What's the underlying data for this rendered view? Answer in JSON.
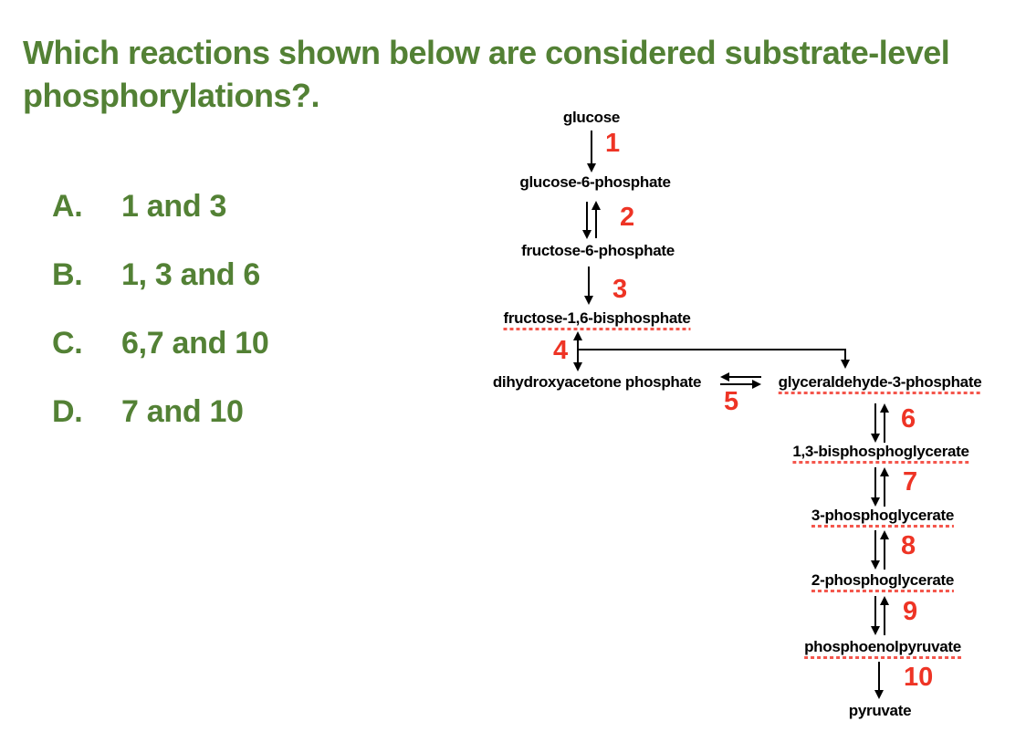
{
  "question": {
    "title": "Which reactions shown below are considered substrate-level phosphorylations?.",
    "title_lines": [
      "Which reactions shown below are considered substrate-level",
      "phosphorylations?."
    ],
    "options": [
      {
        "letter": "A.",
        "text": "1 and 3"
      },
      {
        "letter": "B.",
        "text": "1, 3 and 6"
      },
      {
        "letter": "C.",
        "text": "6,7 and 10"
      },
      {
        "letter": "D.",
        "text": "7 and 10"
      }
    ]
  },
  "colors": {
    "title_green": "#538135",
    "reaction_number_red": "#ee3425",
    "spellcheck_underline_red": "#f4564c",
    "label_black": "#000000",
    "background": "#ffffff"
  },
  "diagram": {
    "type": "metabolic-pathway-flowchart",
    "metabolites": [
      {
        "name": "glucose",
        "underlined": false
      },
      {
        "name": "glucose-6-phosphate",
        "underlined": false
      },
      {
        "name": "fructose-6-phosphate",
        "underlined": false
      },
      {
        "name": "fructose-1,6-bisphosphate",
        "underlined": true
      },
      {
        "name": "dihydroxyacetone phosphate",
        "underlined": false
      },
      {
        "name": "glyceraldehyde-3-phosphate",
        "underlined": true
      },
      {
        "name": "1,3-bisphosphoglycerate",
        "underlined": true
      },
      {
        "name": "3-phosphoglycerate",
        "underlined": true
      },
      {
        "name": "2-phosphoglycerate",
        "underlined": true
      },
      {
        "name": "phosphoenolpyruvate",
        "underlined": true
      },
      {
        "name": "pyruvate",
        "underlined": false
      }
    ],
    "reactions": [
      {
        "num": "1",
        "from": "glucose",
        "to": "glucose-6-phosphate",
        "reversible": false
      },
      {
        "num": "2",
        "from": "glucose-6-phosphate",
        "to": "fructose-6-phosphate",
        "reversible": true
      },
      {
        "num": "3",
        "from": "fructose-6-phosphate",
        "to": "fructose-1,6-bisphosphate",
        "reversible": false
      },
      {
        "num": "4",
        "from": "fructose-1,6-bisphosphate",
        "to": "dihydroxyacetone phosphate + glyceraldehyde-3-phosphate",
        "reversible": true
      },
      {
        "num": "5",
        "from": "dihydroxyacetone phosphate",
        "to": "glyceraldehyde-3-phosphate",
        "reversible": true
      },
      {
        "num": "6",
        "from": "glyceraldehyde-3-phosphate",
        "to": "1,3-bisphosphoglycerate",
        "reversible": true
      },
      {
        "num": "7",
        "from": "1,3-bisphosphoglycerate",
        "to": "3-phosphoglycerate",
        "reversible": true
      },
      {
        "num": "8",
        "from": "3-phosphoglycerate",
        "to": "2-phosphoglycerate",
        "reversible": true
      },
      {
        "num": "9",
        "from": "2-phosphoglycerate",
        "to": "phosphoenolpyruvate",
        "reversible": true
      },
      {
        "num": "10",
        "from": "phosphoenolpyruvate",
        "to": "pyruvate",
        "reversible": false
      }
    ]
  }
}
